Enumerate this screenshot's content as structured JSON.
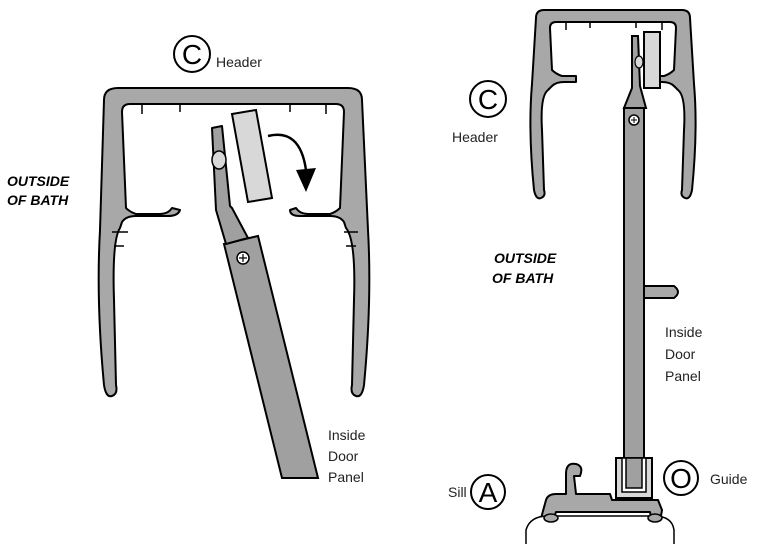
{
  "left_view": {
    "callout_letter": "C",
    "header_label": "Header",
    "outside_line1": "OUTSIDE",
    "outside_line2": "OF BATH",
    "panel_line1": "Inside",
    "panel_line2": "Door",
    "panel_line3": "Panel"
  },
  "right_view": {
    "callout_letter": "C",
    "header_label": "Header",
    "outside_line1": "OUTSIDE",
    "outside_line2": "OF BATH",
    "panel_line1": "Inside",
    "panel_line2": "Door",
    "panel_line3": "Panel",
    "sill_label": "Sill",
    "sill_letter": "A",
    "guide_letter": "O",
    "guide_label": "Guide"
  },
  "colors": {
    "profile_fill": "#a8a8a8",
    "panel_fill": "#a0a0a0",
    "roller_fill": "#d8d8d8",
    "stroke": "#000000"
  }
}
